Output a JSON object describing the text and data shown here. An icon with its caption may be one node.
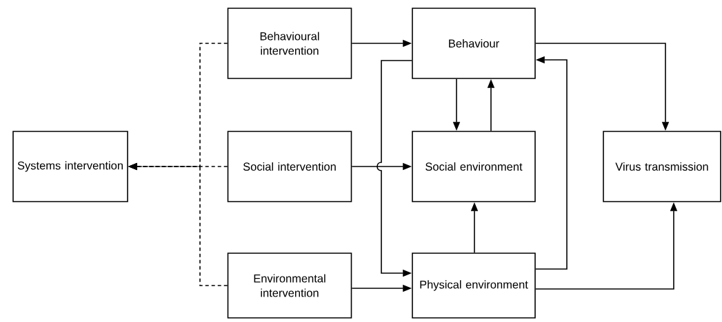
{
  "diagram": {
    "nodes": [
      {
        "text": [
          "Behavioural intervention"
        ]
      },
      {
        "text": [
          "Behaviour"
        ]
      },
      {
        "text": [
          "Systems intervention"
        ]
      },
      {
        "text": [
          "Social intervention"
        ]
      },
      {
        "text": [
          "Social environment"
        ]
      },
      {
        "text": [
          "Virus transmission"
        ]
      },
      {
        "text": [
          "Environmental intervention"
        ]
      },
      {
        "text": [
          "Physical environment"
        ]
      }
    ],
    "edges": [
      {
        "from": 0,
        "to": 1,
        "arrow": "to"
      },
      {
        "from": 0,
        "to": 2,
        "arrow": "to",
        "style": "dashed"
      },
      {
        "from": 3,
        "to": 2,
        "arrow": "to",
        "style": "dashed"
      },
      {
        "from": 6,
        "to": 2,
        "arrow": "to",
        "style": "dashed"
      },
      {
        "from": 3,
        "to": 4,
        "arrow": "to"
      },
      {
        "from": 6,
        "to": 7,
        "arrow": "to"
      },
      {
        "from": 1,
        "to": 4,
        "arrow": "to"
      },
      {
        "from": 4,
        "to": 1,
        "arrow": "to"
      },
      {
        "from": 1,
        "to": 7,
        "arrow": "to"
      },
      {
        "from": 7,
        "to": 4,
        "arrow": "to"
      },
      {
        "from": 7,
        "to": 1,
        "arrow": "to"
      },
      {
        "from": 1,
        "to": 5,
        "arrow": "to"
      },
      {
        "from": 7,
        "to": 5,
        "arrow": "to"
      }
    ]
  }
}
